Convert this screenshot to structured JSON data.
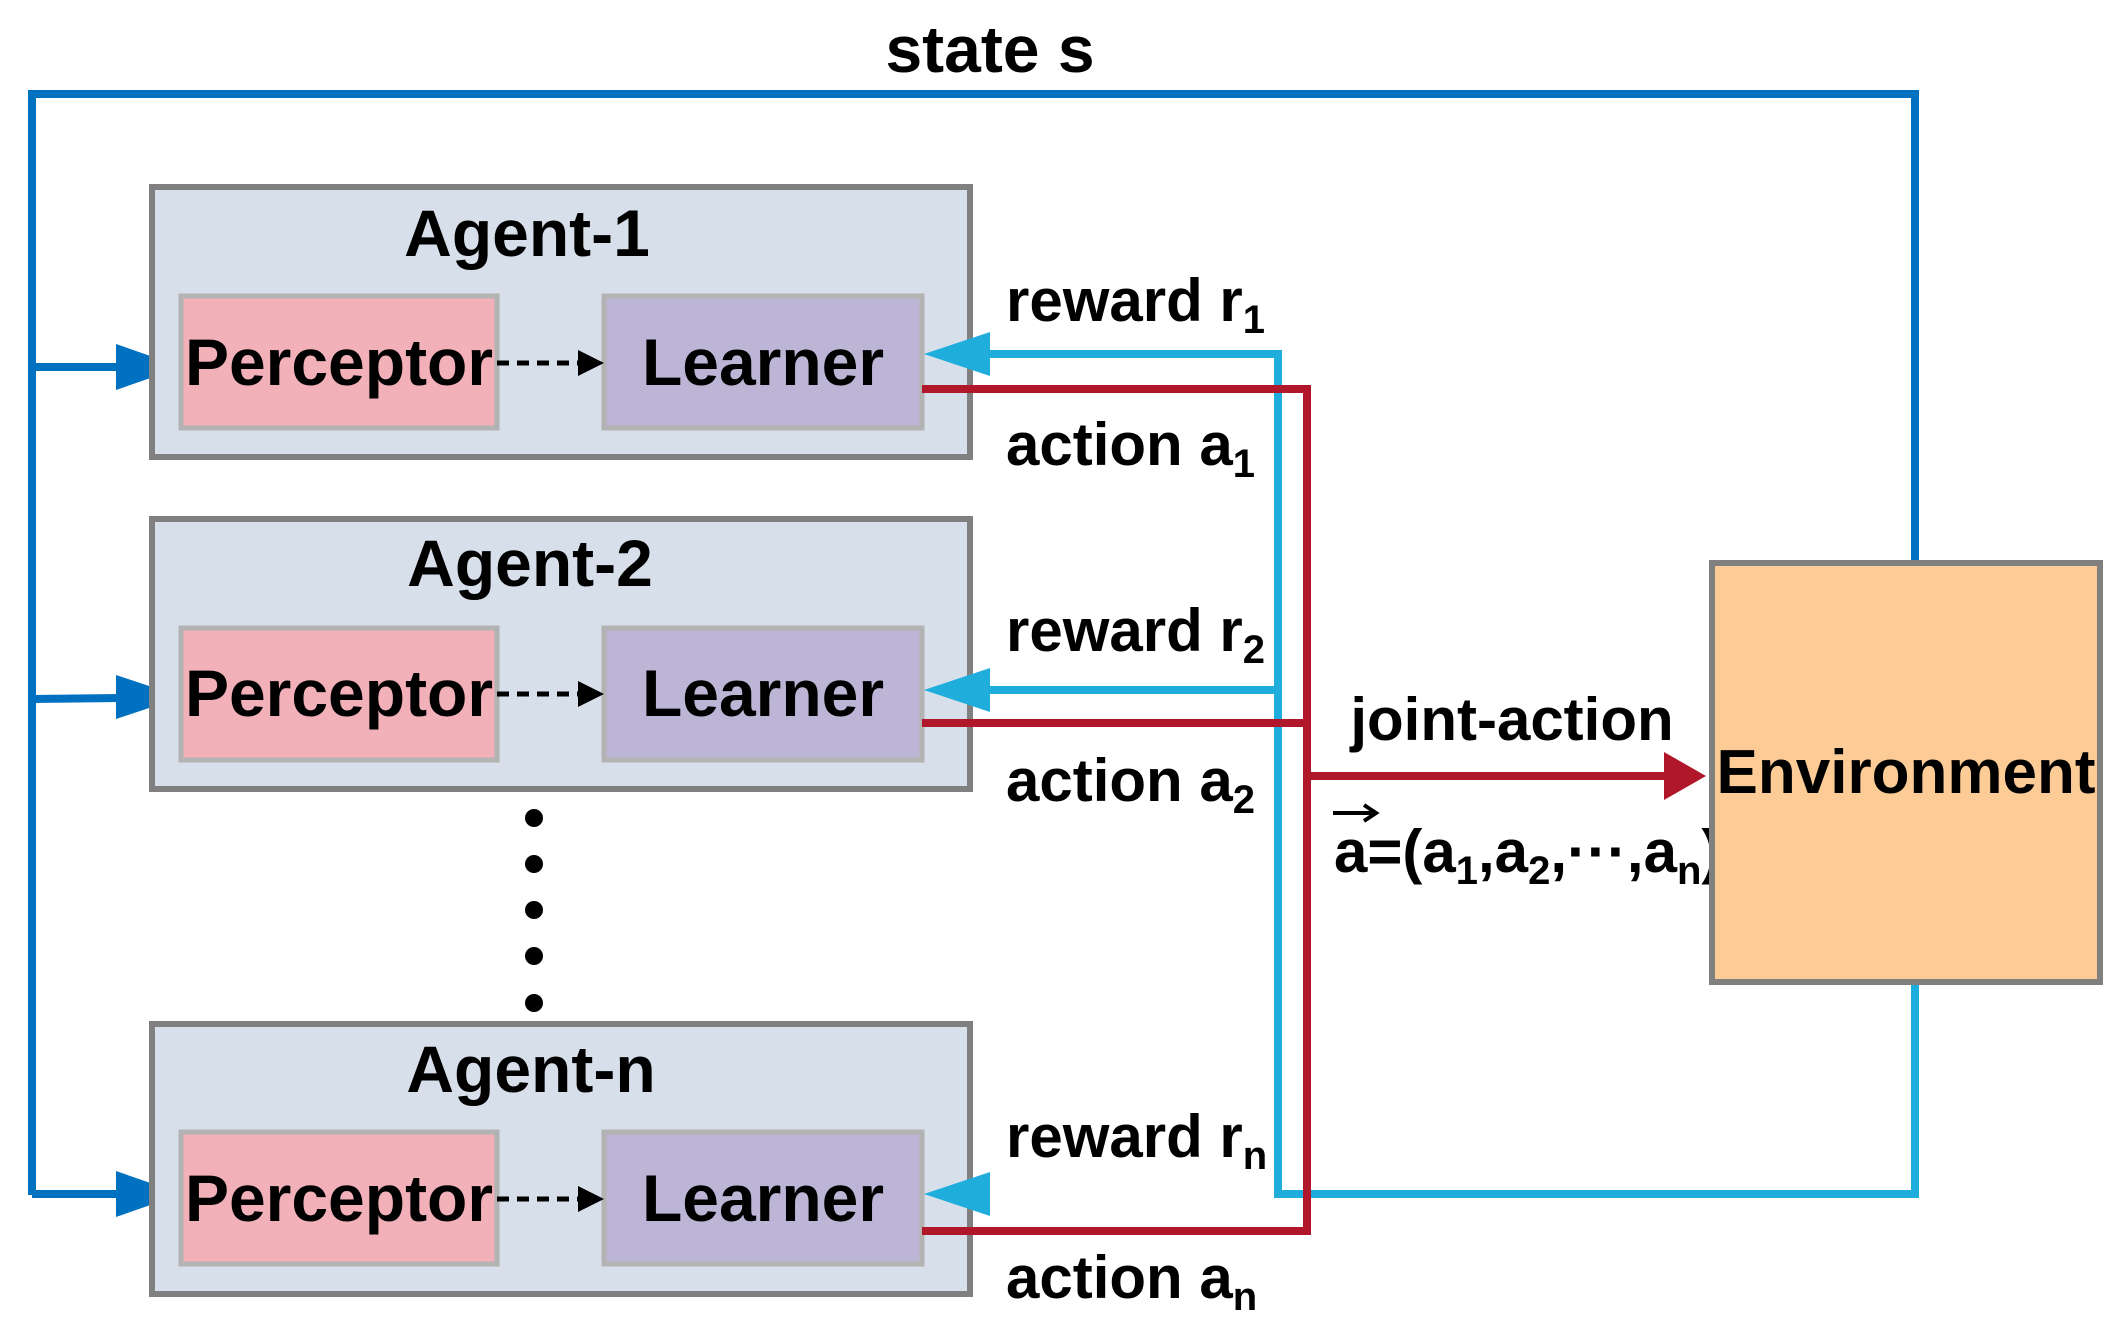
{
  "state_label": "state s",
  "agents": [
    {
      "name": "Agent-1",
      "perceptor": "Perceptor",
      "learner": "Learner",
      "reward_label": "reward r",
      "reward_sub": "1",
      "action_label": "action a",
      "action_sub": "1"
    },
    {
      "name": "Agent-2",
      "perceptor": "Perceptor",
      "learner": "Learner",
      "reward_label": "reward r",
      "reward_sub": "2",
      "action_label": "action a",
      "action_sub": "2"
    },
    {
      "name": "Agent-n",
      "perceptor": "Perceptor",
      "learner": "Learner",
      "reward_label": "reward r",
      "reward_sub": "n",
      "action_label": "action a",
      "action_sub": "n"
    }
  ],
  "joint_action": {
    "label": "joint-action",
    "formula_var": "a",
    "formula_open": "=(a",
    "formula_sub1": "1",
    "formula_mid1": ",a",
    "formula_sub2": "2",
    "formula_mid2": ",···,a",
    "formula_subn": "n",
    "formula_close": ")"
  },
  "environment_label": "Environment",
  "colors": {
    "state_line": "#0070C0",
    "reward_line": "#1FAEDB",
    "action_line": "#B0172A",
    "agent_fill": "#D6DFEA",
    "perceptor_fill": "#F2B0B8",
    "learner_fill": "#BDB5D6",
    "environment_fill": "#FCCB96",
    "box_border": "#808080"
  }
}
